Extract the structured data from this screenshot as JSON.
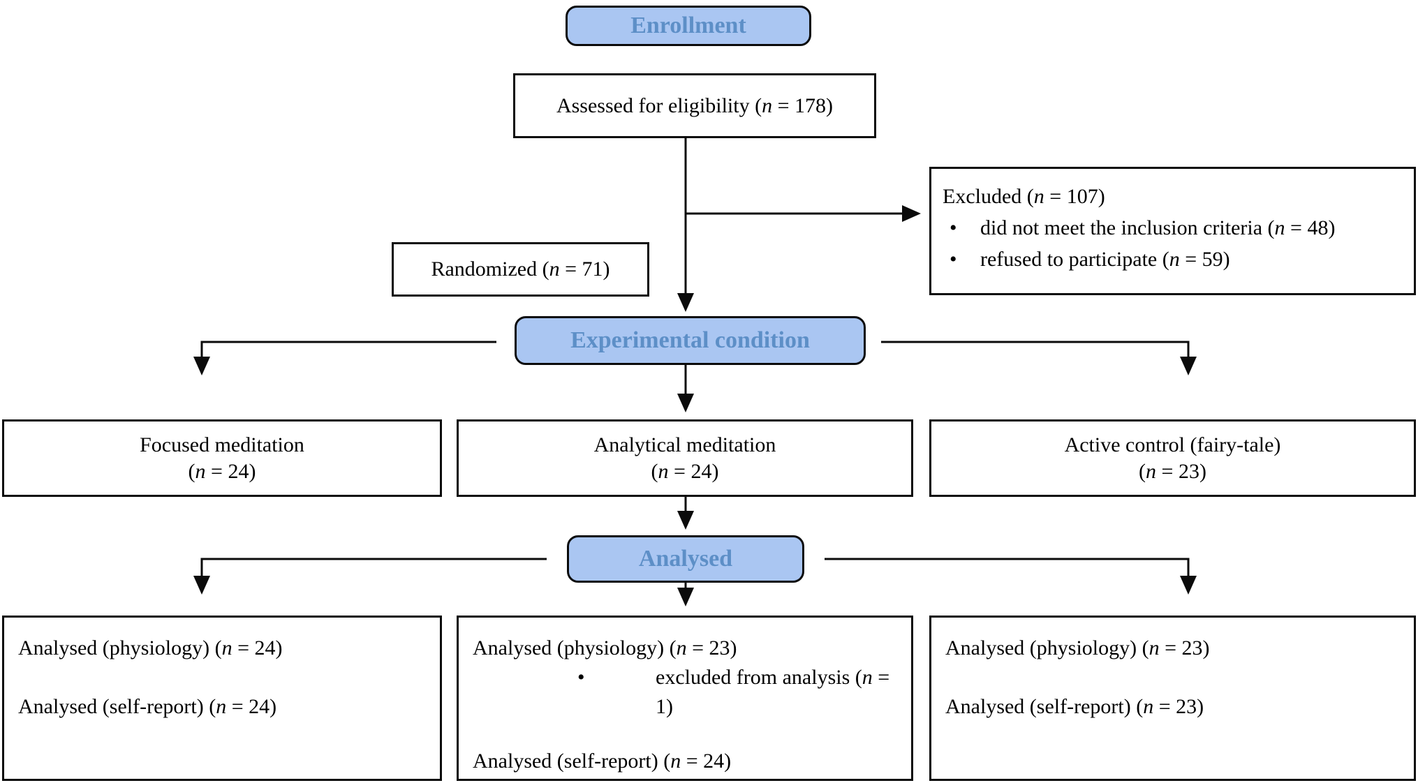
{
  "palette": {
    "pill_fill": "#aac6f2",
    "pill_text": "#5d8fc7",
    "line_color": "#0b0b0b",
    "background": "#ffffff"
  },
  "glyphs": {
    "bullet": "•"
  },
  "stages": {
    "enrollment": "Enrollment",
    "experimental": "Experimental condition",
    "analysed": "Analysed"
  },
  "boxes": {
    "assessed": {
      "text": "Assessed for eligibility (n = 178)"
    },
    "excluded": {
      "title": "Excluded (n = 107)",
      "bullets": [
        "did not meet the inclusion criteria (n = 48)",
        "refused to participate (n = 59)"
      ]
    },
    "randomized": {
      "text": "Randomized (n = 71)"
    },
    "groups": [
      {
        "name": "Focused meditation",
        "n": "(n = 24)"
      },
      {
        "name": "Analytical meditation",
        "n": "(n = 24)"
      },
      {
        "name": "Active control (fairy-tale)",
        "n": "(n = 23)"
      }
    ],
    "analysis": [
      {
        "physiology": "Analysed (physiology) (n = 24)",
        "self_report": "Analysed (self-report) (n = 24)"
      },
      {
        "physiology": "Analysed (physiology) (n = 23)",
        "bullet": "excluded from analysis (n = 1)",
        "self_report": "Analysed (self-report) (n = 24)"
      },
      {
        "physiology": "Analysed (physiology) (n = 23)",
        "self_report": "Analysed (self-report) (n = 23)"
      }
    ]
  }
}
